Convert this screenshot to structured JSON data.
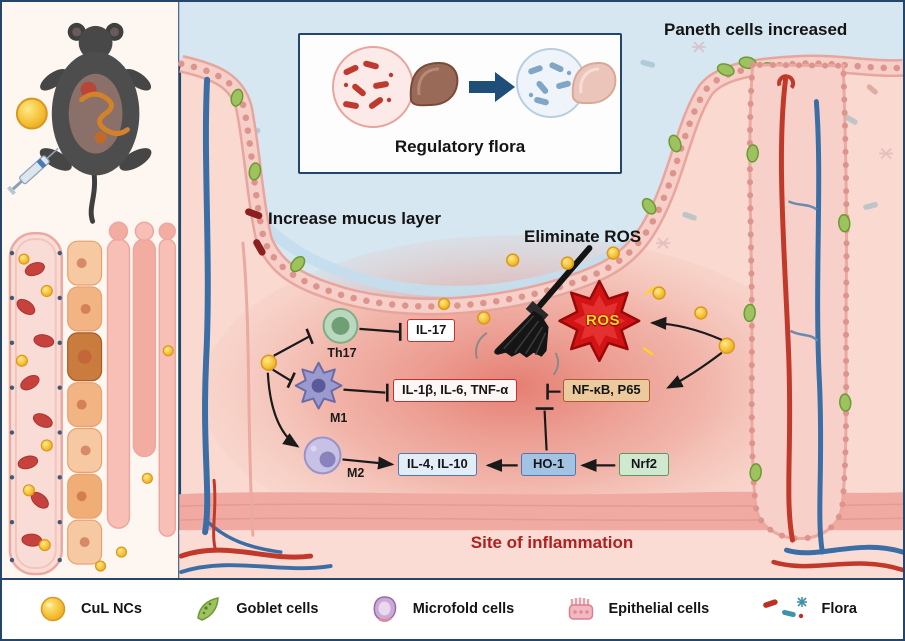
{
  "figure": {
    "paneth_label": "Paneth cells increased",
    "regulatory_flora_label": "Regulatory flora",
    "mucus_label": "Increase mucus layer",
    "eliminate_ros_label": "Eliminate ROS",
    "ros_burst_label": "ROS",
    "site_label": "Site of inflammation",
    "pathway": {
      "th17_label": "Th17",
      "il17_label": "IL-17",
      "m1_label": "M1",
      "cytokines_label": "IL-1β, IL-6, TNF-α",
      "nfkb_label": "NF-κB, P65",
      "m2_label": "M2",
      "il4_label": "IL-4, IL-10",
      "ho1_label": "HO-1",
      "nrf2_label": "Nrf2"
    }
  },
  "legend": {
    "items": [
      {
        "id": "cul-ncs",
        "label": "CuL NCs"
      },
      {
        "id": "goblet-cells",
        "label": "Goblet cells"
      },
      {
        "id": "microfold-cells",
        "label": "Microfold cells"
      },
      {
        "id": "epithelial-cells",
        "label": "Epithelial cells"
      },
      {
        "id": "flora",
        "label": "Flora"
      }
    ]
  },
  "colors": {
    "accent_navy": "#24466a",
    "inflammation_red": "#b02020",
    "ros_red": "#d31414",
    "cul_yellow": "#f5c33b",
    "lumen_blue": "#d6e7f1"
  }
}
